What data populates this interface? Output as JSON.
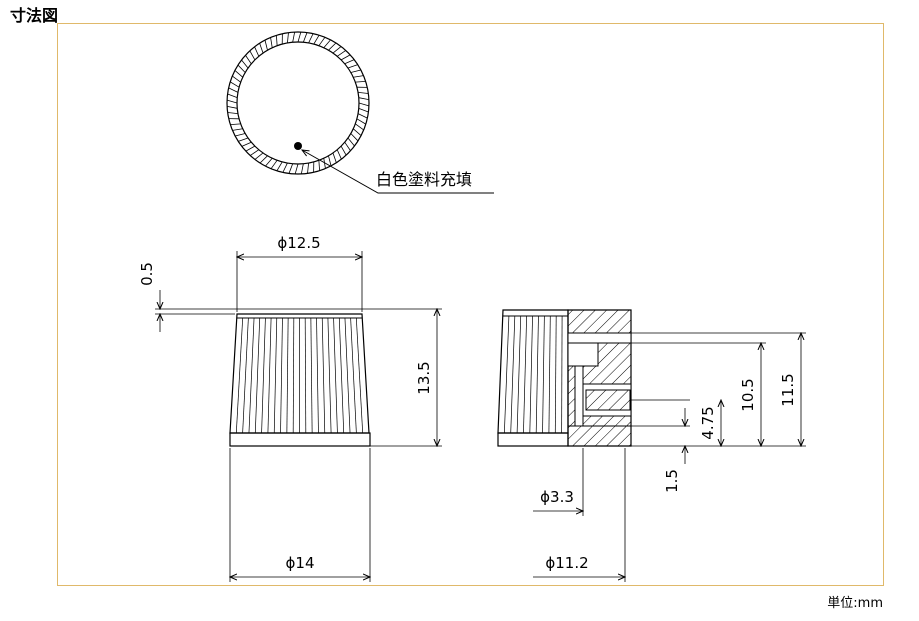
{
  "title": "寸法図",
  "unit": "単位:mm",
  "annotation": "白色塗料充填",
  "dimensions": {
    "top_diameter": "ϕ12.5",
    "step": "0.5",
    "height": "13.5",
    "base_diameter": "ϕ14",
    "shaft_diameter": "ϕ3.3",
    "bore_diameter": "ϕ11.2",
    "bottom_offset": "1.5",
    "set_screw": "4.75",
    "bore_depth": "10.5",
    "total_height": "11.5"
  },
  "colors": {
    "frame": "#e0b96a",
    "line": "#000000"
  }
}
